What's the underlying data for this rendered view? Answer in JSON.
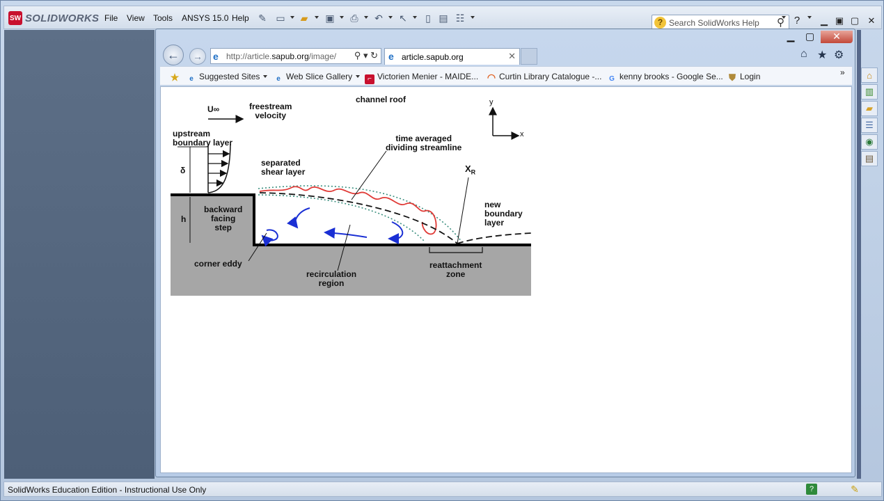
{
  "solidworks": {
    "logo_text": "SOLIDWORKS",
    "menus": [
      "File",
      "View",
      "Tools",
      "ANSYS 15.0",
      "Help"
    ],
    "search_placeholder": "Search SolidWorks Help",
    "status_text": "SolidWorks Education Edition - Instructional Use Only"
  },
  "browser": {
    "address_prefix": "http://article.",
    "address_host": "sapub.org",
    "address_suffix": "/image/",
    "tab_title": "article.sapub.org",
    "favorites": [
      {
        "label": "Suggested Sites",
        "has_menu": true
      },
      {
        "label": "Web Slice Gallery",
        "has_menu": true
      },
      {
        "label": "Victorien Menier - MAIDE..."
      },
      {
        "label": "Curtin Library Catalogue -..."
      },
      {
        "label": "kenny brooks - Google Se..."
      },
      {
        "label": "Login"
      }
    ],
    "accent_color": "#1f6fc5"
  },
  "figure_labels": {
    "u_inf": "U∞",
    "freestream": "freestream\nvelocity",
    "channel_roof": "channel roof",
    "axis_y": "y",
    "axis_x": "x",
    "upstream_bl": "upstream\nboundary layer",
    "delta": "δ",
    "time_avg": "time averaged\ndividing streamline",
    "separated": "separated\nshear layer",
    "xr": "X",
    "xr_sub": "R",
    "new_bl": "new\nboundary\nlayer",
    "h": "h",
    "step": "backward\nfacing\nstep",
    "corner_eddy": "corner eddy",
    "recirculation": "recirculation\nregion",
    "reattachment": "reattachment\nzone"
  }
}
